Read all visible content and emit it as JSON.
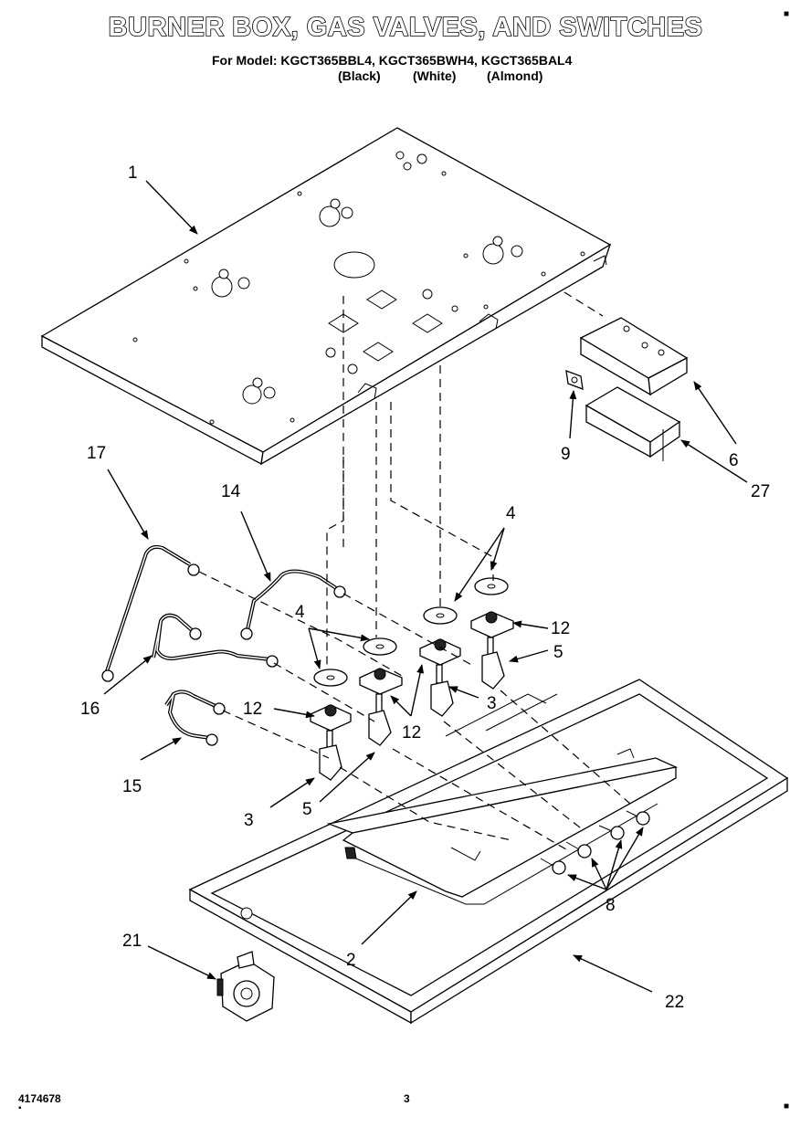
{
  "header": {
    "title": "BURNER BOX, GAS VALVES, AND SWITCHES",
    "models": "For Model: KGCT365BBL4, KGCT365BWH4, KGCT365BAL4",
    "color_black": "(Black)",
    "color_white": "(White)",
    "color_almond": "(Almond)"
  },
  "footer": {
    "doc_number": "4174678",
    "page": "3"
  },
  "callouts": {
    "c1": "1",
    "c2": "2",
    "c3a": "3",
    "c3b": "3",
    "c4a": "4",
    "c4b": "4",
    "c5a": "5",
    "c5b": "5",
    "c6": "6",
    "c8": "8",
    "c9": "9",
    "c12a": "12",
    "c12b": "12",
    "c12c": "12",
    "c14": "14",
    "c15": "15",
    "c16": "16",
    "c17": "17",
    "c21": "21",
    "c22": "22",
    "c27": "27"
  }
}
